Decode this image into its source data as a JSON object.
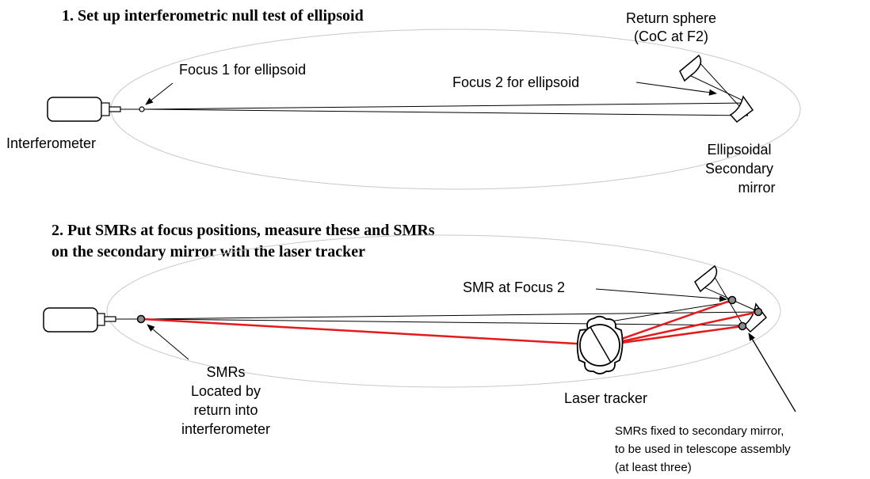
{
  "diagram": {
    "step1": {
      "title": "1.  Set up interferometric null test of ellipsoid",
      "labels": {
        "return_sphere": [
          "Return sphere",
          "(CoC at F2)"
        ],
        "focus1": "Focus 1 for ellipsoid",
        "focus2": "Focus 2 for ellipsoid",
        "interferometer": "Interferometer",
        "secondary": [
          "Ellipsoidal",
          "Secondary",
          "mirror"
        ]
      }
    },
    "step2": {
      "title": [
        "2.  Put SMRs at focus positions, measure these and SMRs",
        "on the secondary mirror with the laser tracker"
      ],
      "labels": {
        "smr_focus2": "SMR at Focus 2",
        "smrs_located": [
          "SMRs",
          "Located by",
          "return into",
          "interferometer"
        ],
        "laser_tracker": "Laser tracker",
        "smrs_fixed": [
          "SMRs fixed to secondary mirror,",
          "to be used in telescope assembly",
          "(at least three)"
        ]
      }
    },
    "colors": {
      "line": "#000000",
      "measurement_line": "#e41a1c",
      "ellipse": "#c8c8c8",
      "smr_fill": "#8c8c8c"
    }
  }
}
